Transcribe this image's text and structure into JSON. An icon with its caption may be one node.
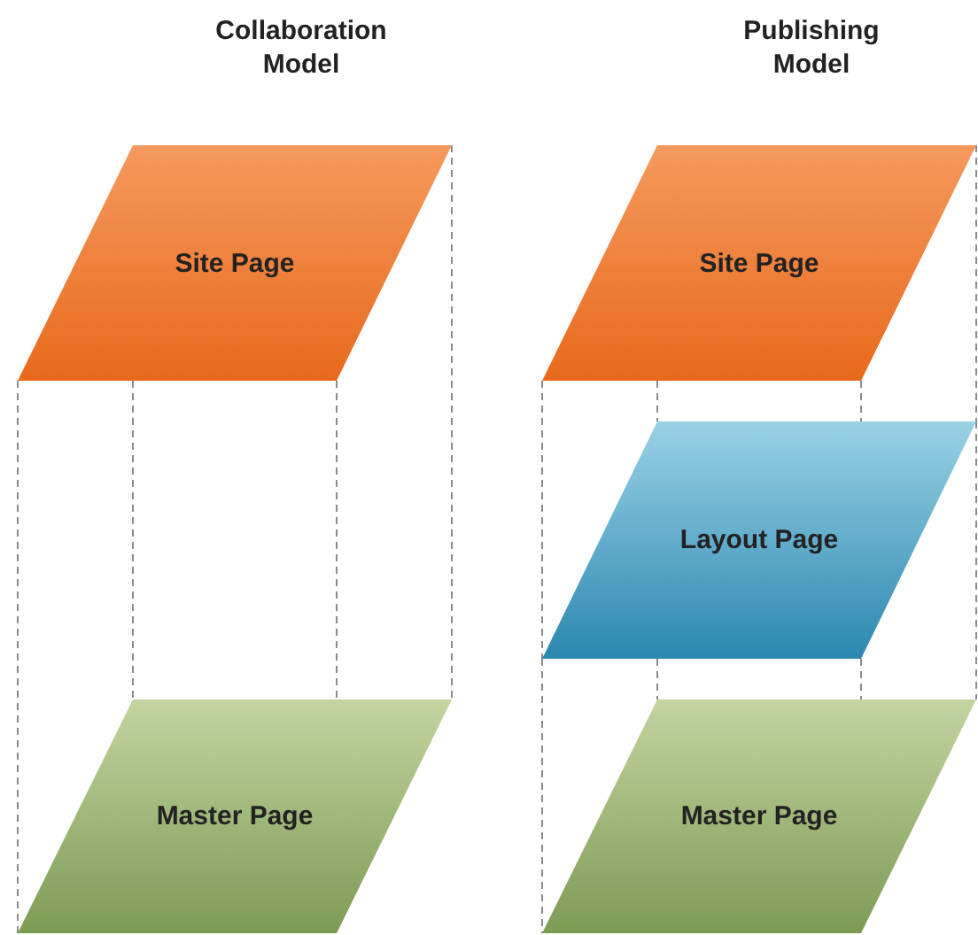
{
  "diagram": {
    "nodes": [
      {
        "text": [
          "Site Page"
        ]
      },
      {
        "text": [
          "Master Page"
        ]
      },
      {
        "text": [
          "Site Page"
        ]
      },
      {
        "text": [
          "Layout Page"
        ]
      },
      {
        "text": [
          "Master Page"
        ]
      }
    ],
    "edges": [
      {
        "from": 0,
        "to": 1,
        "arrow": "none",
        "style": "dashed"
      },
      {
        "from": 0,
        "to": 1,
        "arrow": "none",
        "style": "dashed"
      },
      {
        "from": 0,
        "to": 1,
        "arrow": "none",
        "style": "dashed"
      },
      {
        "from": 0,
        "to": 1,
        "arrow": "none",
        "style": "dashed"
      },
      {
        "from": 2,
        "to": 3,
        "arrow": "none",
        "style": "dashed"
      },
      {
        "from": 2,
        "to": 3,
        "arrow": "none",
        "style": "dashed"
      },
      {
        "from": 2,
        "to": 3,
        "arrow": "none",
        "style": "dashed"
      },
      {
        "from": 2,
        "to": 3,
        "arrow": "none",
        "style": "dashed"
      },
      {
        "from": 3,
        "to": 4,
        "arrow": "none",
        "style": "dashed"
      },
      {
        "from": 3,
        "to": 4,
        "arrow": "none",
        "style": "dashed"
      },
      {
        "from": 3,
        "to": 4,
        "arrow": "none",
        "style": "dashed"
      },
      {
        "from": 3,
        "to": 4,
        "arrow": "none",
        "style": "dashed"
      }
    ],
    "labels": [
      "Collaboration Model",
      "Publishing Model"
    ]
  }
}
